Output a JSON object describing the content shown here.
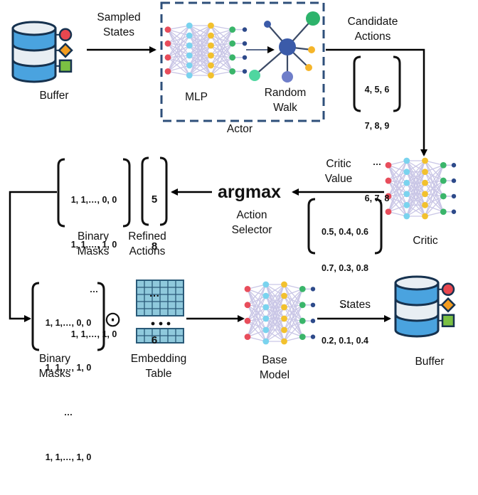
{
  "labels": {
    "buffer_top": "Buffer",
    "sampled_states": [
      "Sampled",
      "States"
    ],
    "mlp": "MLP",
    "random_walk": [
      "Random",
      "Walk"
    ],
    "actor": "Actor",
    "candidate_actions": [
      "Candidate",
      "Actions"
    ],
    "critic_value": [
      "Critic",
      "Value"
    ],
    "critic": "Critic",
    "argmax": "argmax",
    "action_selector": [
      "Action",
      "Selector"
    ],
    "binary_masks_top": [
      "Binary",
      "Masks"
    ],
    "refined_actions": [
      "Refined",
      "Actions"
    ],
    "binary_masks_bottom": [
      "Binary",
      "Masks"
    ],
    "odot": "⊙",
    "embedding_table": [
      "Embedding",
      "Table"
    ],
    "base_model": [
      "Base",
      "Model"
    ],
    "states": "States",
    "buffer_bottom": "Buffer"
  },
  "matrices": {
    "candidate_actions": [
      "4, 5, 6",
      "7, 8, 9",
      "…",
      "6, 7, 8"
    ],
    "critic_values": [
      "0.5, 0.4, 0.6",
      "0.7, 0.3, 0.8",
      "…",
      "0.2, 0.1, 0.4"
    ],
    "refined_actions": [
      "5",
      "8",
      "…",
      "6"
    ],
    "binary_masks_top": [
      "1, 1,…, 0, 0",
      "1, 1,…, 1, 0",
      "…",
      "1, 1,…, 1, 0"
    ],
    "binary_masks_bottom": [
      "1, 1,…, 0, 0",
      "1, 1,…, 1, 0",
      "…",
      "1, 1,…, 1, 0"
    ]
  },
  "colors": {
    "arrow": "#000000",
    "actor_border": "#2e4f7a",
    "db_blue": "#4aa3df",
    "db_dark": "#16324f",
    "db_light": "#e8eef3",
    "node_red": "#e84d5b",
    "node_cyan": "#5bc8e8",
    "node_green": "#3ab56a",
    "node_navy": "#2d4a8a",
    "edge": "#c9c6e6",
    "walk_center": "#3b5ba9",
    "walk_green": "#2db36b",
    "walk_mint": "#4fd6a0",
    "walk_yellow": "#f5b52a",
    "walk_purple": "#6f7ec9",
    "table_fill": "#8fc9dc",
    "table_line": "#2a5a78",
    "badge_red": "#e8474f",
    "badge_orange": "#f39c1f",
    "badge_green": "#7bc043"
  }
}
